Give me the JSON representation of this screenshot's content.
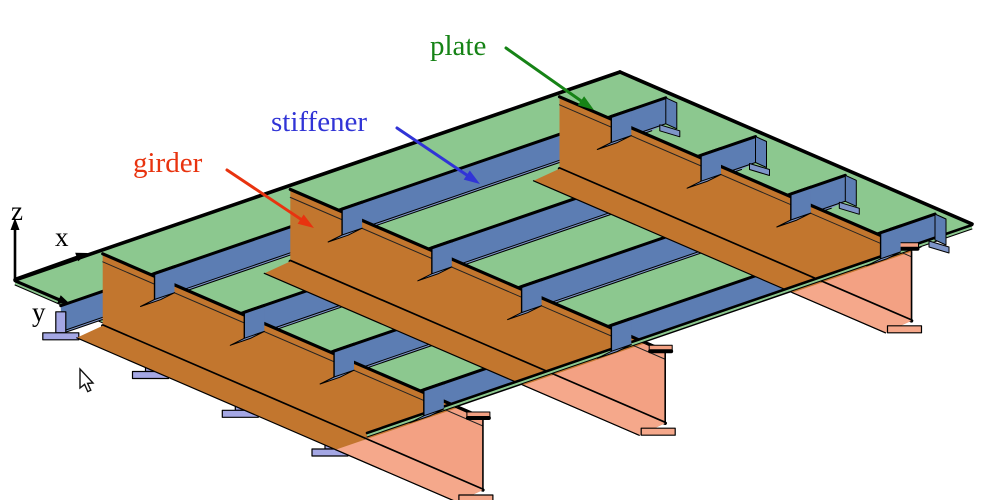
{
  "diagram": {
    "type": "isometric-stiffened-panel",
    "description": "3D isometric view of a stiffened plate structure: plate with longitudinal stiffeners (x-direction) and transverse girders (y-direction)",
    "components": {
      "plate": {
        "label": "plate",
        "count": 1,
        "surface_color": "#8CC88F",
        "label_color": "#168316"
      },
      "stiffener": {
        "label": "stiffener",
        "count": 4,
        "direction": "x",
        "web_color": "#5C7DB3",
        "flange_color": "#7E95C8",
        "end_section_color": "#A4A7E4",
        "label_color": "#3134D6"
      },
      "girder": {
        "label": "girder",
        "count": 3,
        "direction": "y",
        "web_color_under_plate": "#C2762E",
        "web_color_outside": "#F3A183",
        "flange_color_outside": "#F5A88B",
        "label_color": "#E8330F"
      }
    },
    "axes": {
      "x": "x",
      "y": "y",
      "z": "z"
    },
    "edge_line_color": "#000000",
    "background": "#ffffff"
  }
}
